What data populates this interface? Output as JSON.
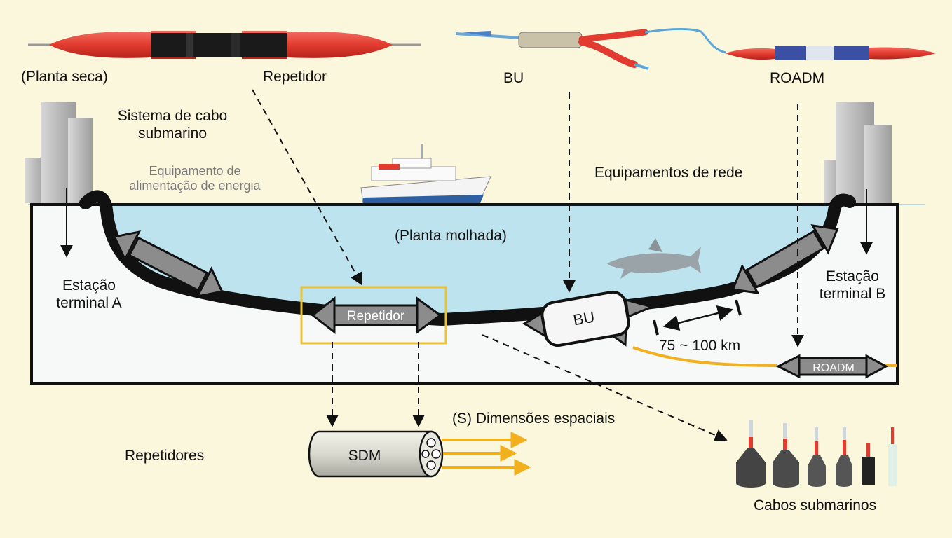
{
  "labels": {
    "dry_plant": "(Planta seca)",
    "repeater_top": "Repetidor",
    "bu_top": "BU",
    "roadm_top": "ROADM",
    "system_line1": "Sistema de cabo",
    "system_line2": "submarino",
    "power_line1": "Equipamento de",
    "power_line2": "alimentação de energia",
    "network_equipment": "Equipamentos de rede",
    "wet_plant": "(Planta molhada)",
    "station_a_line1": "Estação",
    "station_a_line2": "terminal A",
    "station_b_line1": "Estação",
    "station_b_line2": "terminal B",
    "repeater_in_cable": "Repetidor",
    "bu_box": "BU",
    "distance": "75 ~ 100 km",
    "roadm_box": "ROADM",
    "spatial_dimensions": "(S) Dimensões espaciais",
    "repeaters": "Repetidores",
    "sdm": "SDM",
    "cables": "Cabos submarinos"
  },
  "colors": {
    "background": "#fbf7dd",
    "sea": "#bde3ef",
    "seabed": "#f7f9f9",
    "cable": "#111111",
    "amplifier": "#8c8c8c",
    "highlight_box": "#e8c23a",
    "fiber_arrow": "#f2b01e",
    "equipment_red": "#e23b2f"
  }
}
